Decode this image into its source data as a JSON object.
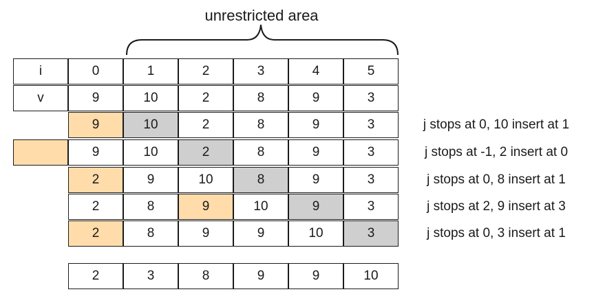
{
  "title": "unrestricted area",
  "header_rows": [
    [
      "i",
      "0",
      "1",
      "2",
      "3",
      "4",
      "5"
    ],
    [
      "v",
      "9",
      "10",
      "2",
      "8",
      "9",
      "3"
    ]
  ],
  "steps": [
    {
      "cells": [
        "",
        "9",
        "10",
        "2",
        "8",
        "9",
        "3"
      ],
      "orange": 1,
      "gray": 2,
      "note": "j stops at 0, 10 insert at 1"
    },
    {
      "cells": [
        "",
        "9",
        "10",
        "2",
        "8",
        "9",
        "3"
      ],
      "orange": 0,
      "gray": 3,
      "note": "j stops at -1, 2 insert at 0"
    },
    {
      "cells": [
        "",
        "2",
        "9",
        "10",
        "8",
        "9",
        "3"
      ],
      "orange": 1,
      "gray": 4,
      "note": "j stops at 0, 8 insert at 1"
    },
    {
      "cells": [
        "",
        "2",
        "8",
        "9",
        "10",
        "9",
        "3"
      ],
      "orange": 3,
      "gray": 5,
      "note": "j stops at 2, 9 insert at 3"
    },
    {
      "cells": [
        "",
        "2",
        "8",
        "9",
        "9",
        "10",
        "3"
      ],
      "orange": 1,
      "gray": 6,
      "note": "j stops at 0, 3 insert at 1"
    }
  ],
  "result": [
    "2",
    "3",
    "8",
    "9",
    "9",
    "10"
  ],
  "colors": {
    "orange": "#ffdcaa",
    "gray": "#cfcfcf",
    "line": "#1a1a1a"
  }
}
